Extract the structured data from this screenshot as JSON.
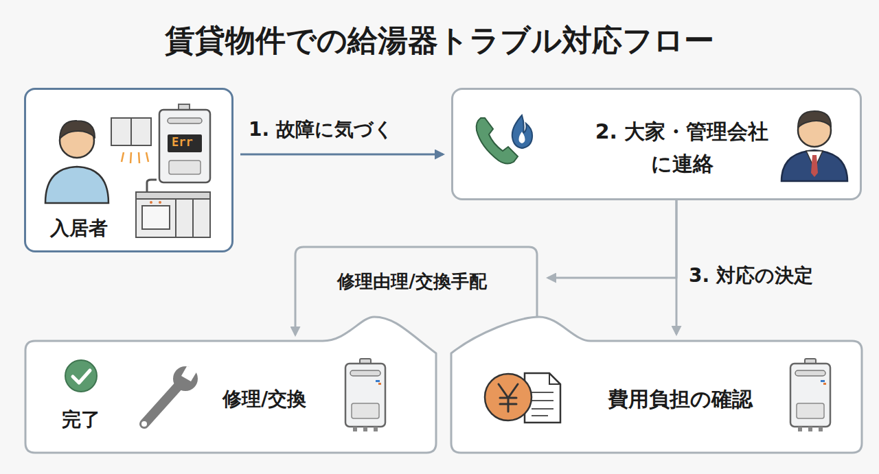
{
  "diagram": {
    "title": "賃貸物件での給湯器トラブル対応フロー",
    "nodes": [
      {
        "text": [
          "入居者"
        ]
      },
      {
        "text": [
          "2. 大家・管理会社 に連絡"
        ]
      },
      {
        "text": [
          "修理由理/交換手配"
        ]
      },
      {
        "text": [
          "完了",
          "修理/交換"
        ]
      },
      {
        "text": [
          "費用負担の確認"
        ]
      }
    ],
    "edges": [
      {
        "from": 0,
        "to": 1,
        "arrow": "to",
        "label": "1. 故障に気づく"
      },
      {
        "from": 1,
        "to": 2,
        "arrow": "to"
      },
      {
        "from": 1,
        "to": 4,
        "arrow": "to",
        "label": "3. 対応の決定"
      },
      {
        "from": 2,
        "to": 3,
        "arrow": "to"
      }
    ],
    "labels": [
      "Err"
    ]
  }
}
